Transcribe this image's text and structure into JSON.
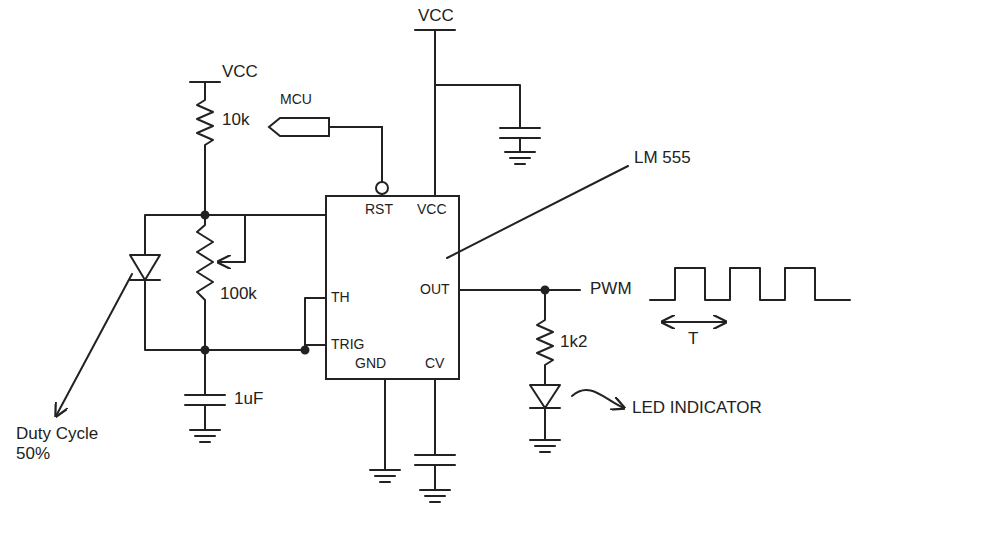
{
  "diagram": {
    "nodes": [
      {
        "text": [
          "MCU"
        ]
      },
      {
        "text": [
          "RST",
          "VCC",
          "TH",
          "OUT",
          "TRIG",
          "GND",
          "CV"
        ]
      }
    ],
    "edges": [
      {
        "from": 0,
        "to": 1,
        "arrow": "none"
      }
    ],
    "labels": [
      "VCC",
      "VCC",
      "10k",
      "100k",
      "1uF",
      "Duty Cycle 50%",
      "LM 555",
      "PWM",
      "T",
      "1k2",
      "LED INDICATOR"
    ]
  }
}
